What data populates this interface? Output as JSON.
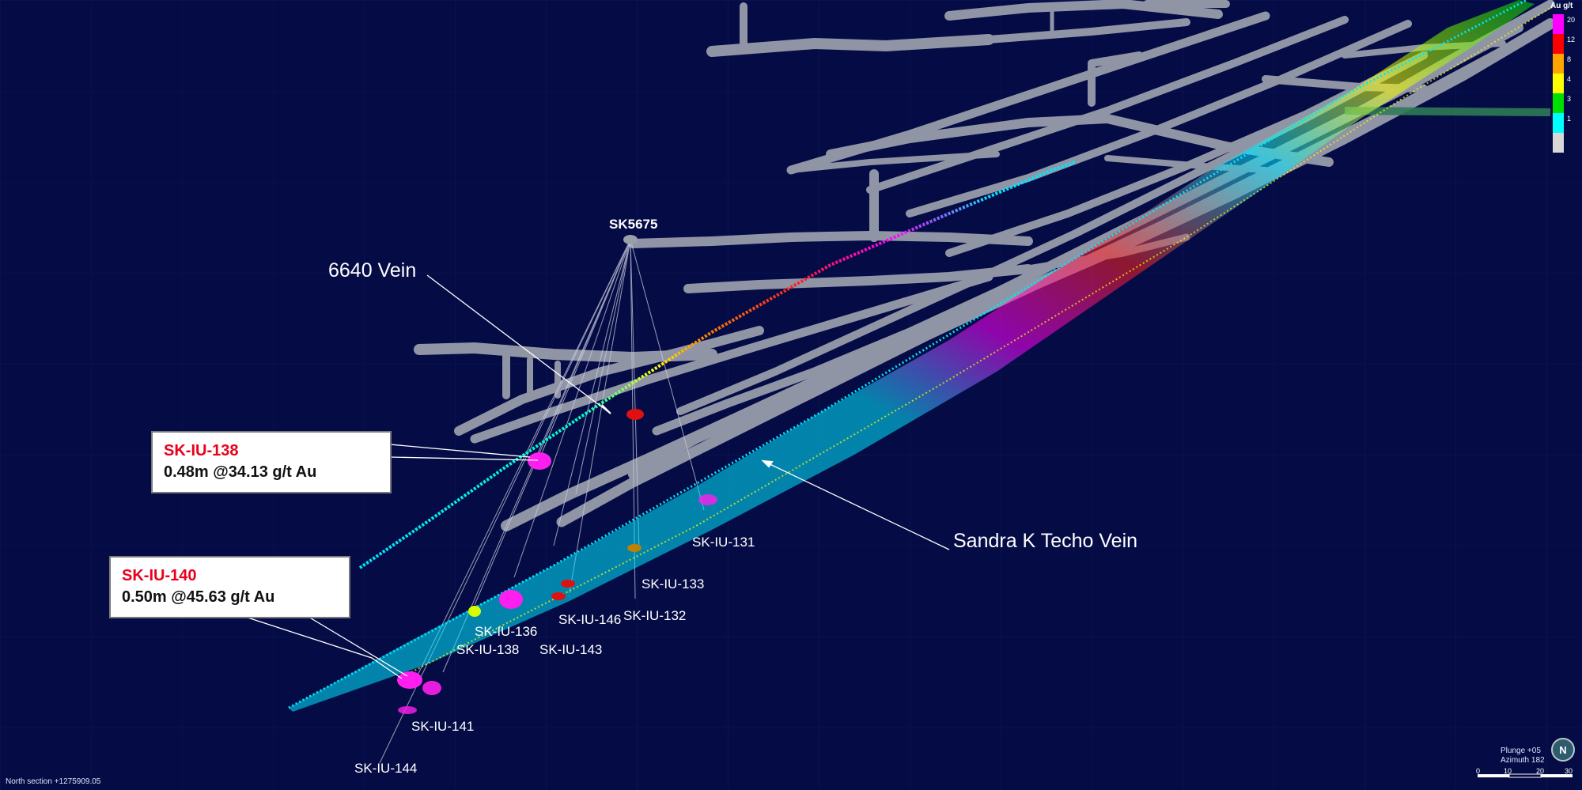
{
  "collar": {
    "label": "SK5675"
  },
  "veins": [
    {
      "label": "6640 Vein"
    },
    {
      "label": "Sandra K Techo Vein"
    }
  ],
  "callouts": [
    {
      "hole": "SK-IU-138",
      "grade": "0.48m @34.13 g/t Au"
    },
    {
      "hole": "SK-IU-140",
      "grade": "0.50m @45.63 g/t Au"
    }
  ],
  "holes": [
    "SK-IU-131",
    "SK-IU-133",
    "SK-IU-132",
    "SK-IU-146",
    "SK-IU-136",
    "SK-IU-138",
    "SK-IU-143",
    "SK-IU-141",
    "SK-IU-144"
  ],
  "legend": {
    "title": "Au g/t",
    "classes": [
      {
        "value": "20",
        "color": "#ff00ff"
      },
      {
        "value": "12",
        "color": "#ff0000"
      },
      {
        "value": "8",
        "color": "#ffa500"
      },
      {
        "value": "4",
        "color": "#ffff00"
      },
      {
        "value": "3",
        "color": "#00e000"
      },
      {
        "value": "1",
        "color": "#00ffff"
      },
      {
        "value": "",
        "color": "#d8d8d8"
      }
    ]
  },
  "view": {
    "plunge": "Plunge +05",
    "azimuth": "Azimuth 182",
    "north_icon": "N"
  },
  "scale_bar": {
    "ticks": [
      "0",
      "10",
      "20",
      "30"
    ]
  },
  "footer": "North section +1275909.05",
  "colors": {
    "background": "#050c45",
    "workings": "#a9aeb8",
    "high_grade": "#ff1ef0",
    "low_grade": "#00e5ff"
  }
}
